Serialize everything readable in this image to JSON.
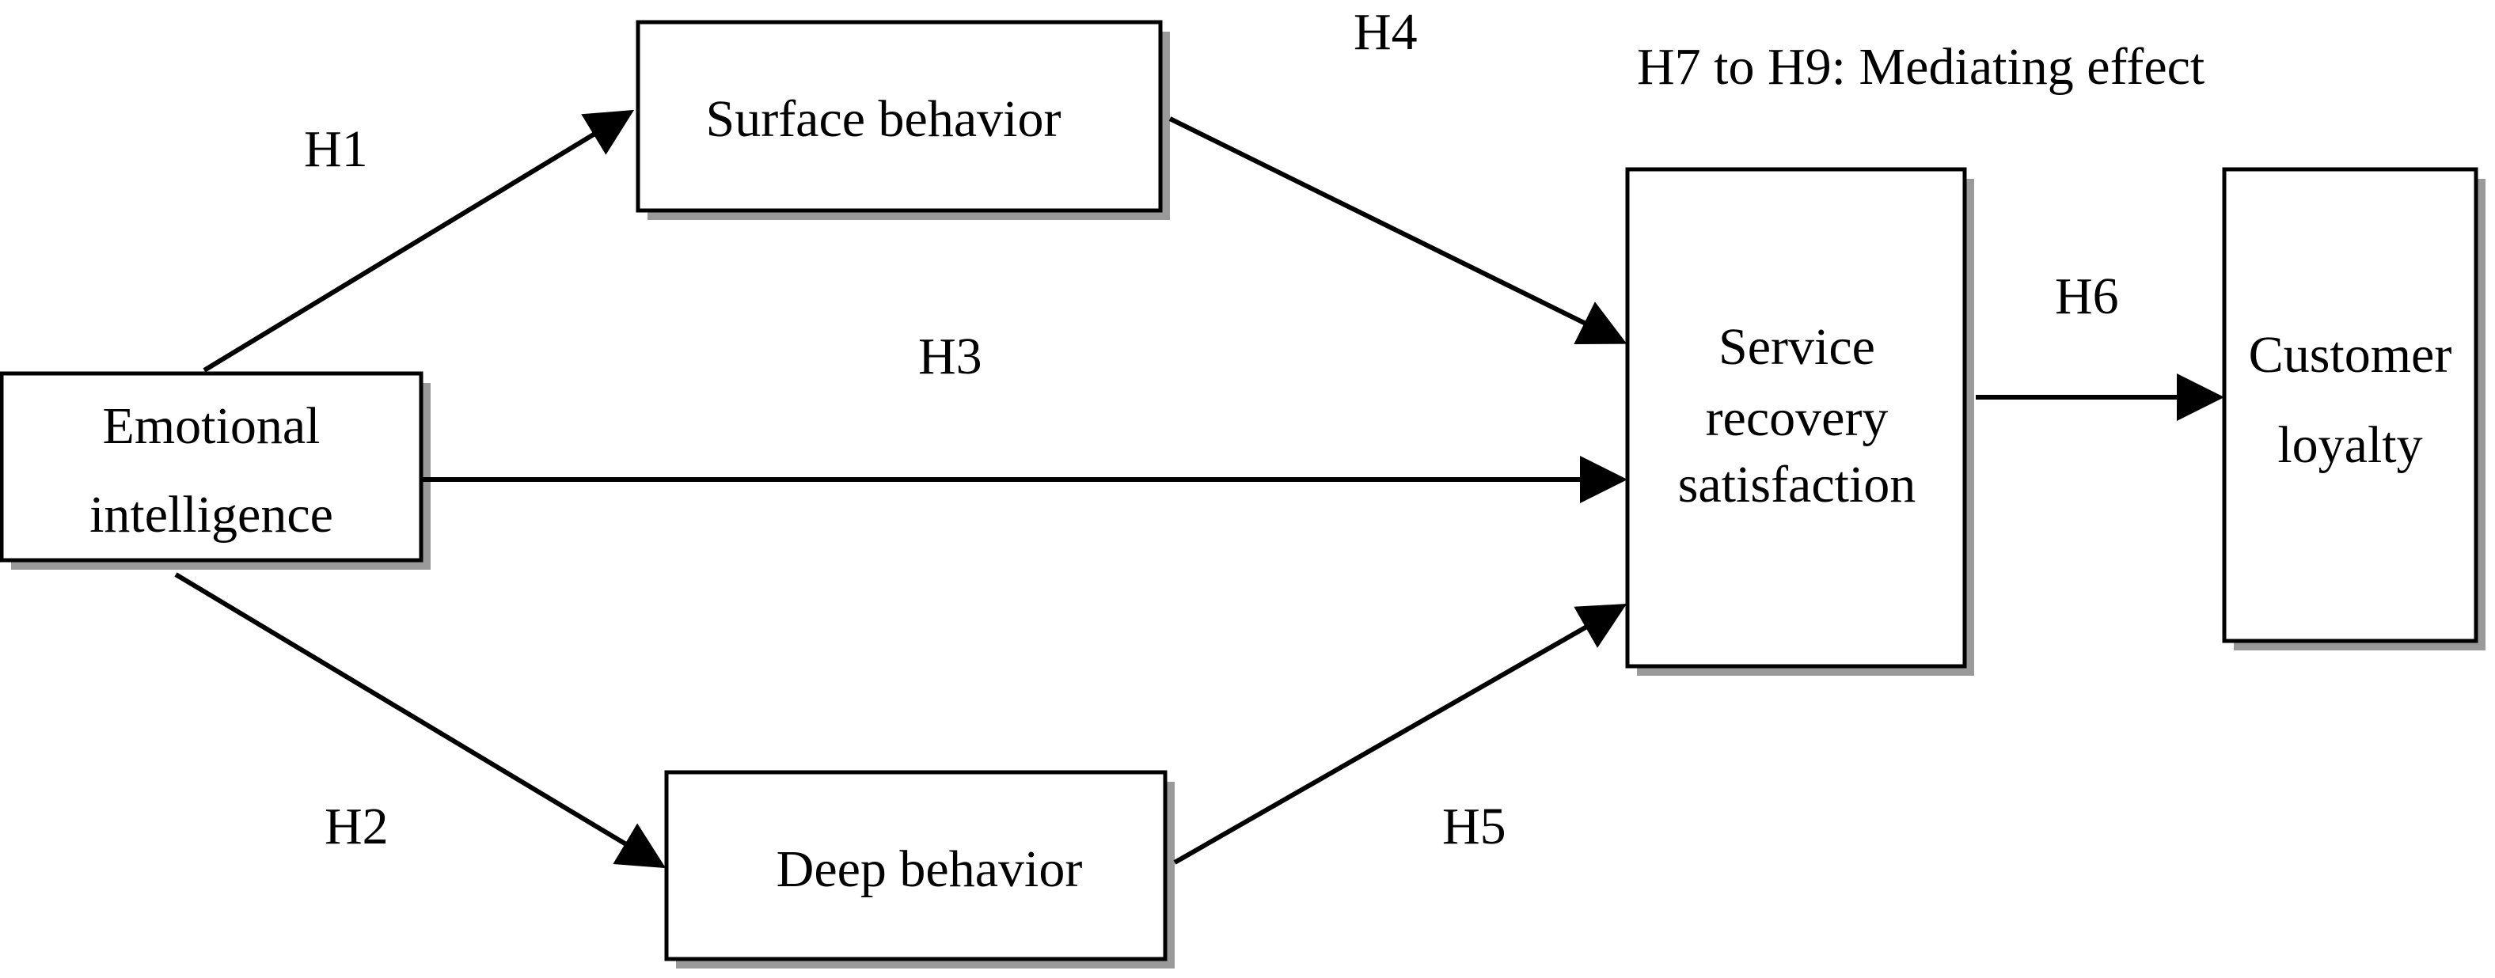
{
  "nodes": {
    "emotional_intelligence": {
      "lines": [
        "Emotional",
        "intelligence"
      ]
    },
    "surface_behavior": {
      "lines": [
        "Surface behavior"
      ]
    },
    "deep_behavior": {
      "lines": [
        "Deep behavior"
      ]
    },
    "service_recovery_satisfaction": {
      "lines": [
        "Service",
        "recovery",
        "satisfaction"
      ]
    },
    "customer_loyalty": {
      "lines": [
        "Customer",
        "loyalty"
      ]
    }
  },
  "hypotheses": {
    "h1": "H1",
    "h2": "H2",
    "h3": "H3",
    "h4": "H4",
    "h5": "H5",
    "h6": "H6",
    "mediating": "H7 to H9: Mediating effect"
  }
}
